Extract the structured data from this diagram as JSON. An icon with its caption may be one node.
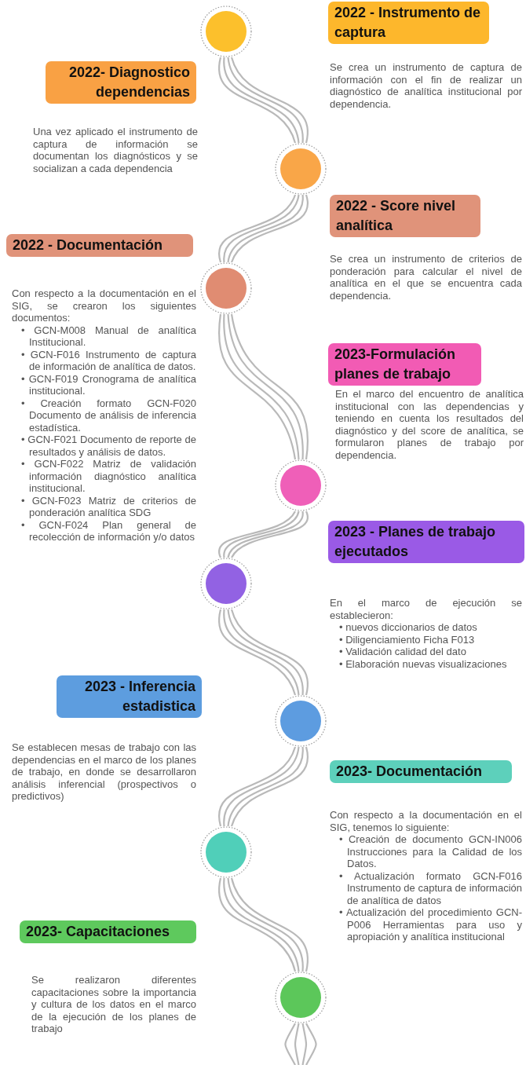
{
  "diagram": {
    "nodes": [
      {
        "text": [
          "2022 - Instrumento de captura"
        ],
        "beside": [
          "Se crea un instrumento de captura de información con el fin de realizar un diagnóstico de analítica institucional por dependencia."
        ]
      },
      {
        "text": [
          "2022- Diagnostico dependencias"
        ],
        "beside": [
          "Una vez aplicado el instrumento de captura de información se documentan los diagnósticos y se socializan a cada dependencia"
        ]
      },
      {
        "text": [
          "2022 - Score nivel analítica"
        ],
        "beside": [
          "Se crea un instrumento de criterios de ponderación para calcular el nivel de analítica en el que se encuentra cada dependencia."
        ]
      },
      {
        "text": [
          "2022 - Documentación"
        ],
        "beside": [
          "Con respecto a la documentación en el SIG, se crearon los siguientes documentos:",
          "• GCN-M008 Manual de analítica Institucional.",
          "• GCN-F016 Instrumento de captura de información de analítica de datos.",
          "• GCN-F019 Cronograma de analítica institucional.",
          "• Creación formato GCN-F020 Documento de análisis de inferencia estadística.",
          "• GCN-F021 Documento de reporte de resultados y análisis de datos.",
          "• GCN-F022 Matriz de validación información diagnóstico analítica institucional.",
          "• GCN-F023 Matriz de criterios de ponderación analítica SDG",
          "• GCN-F024 Plan general de recolección de información y/o datos"
        ]
      },
      {
        "text": [
          "2023-Formulación planes de trabajo"
        ],
        "beside": [
          "En el marco del encuentro de analítica institucional con las dependencias y teniendo en cuenta los resultados del diagnóstico y del score de analítica, se formularon planes de trabajo por dependencia."
        ]
      },
      {
        "text": [
          "2023 - Planes de trabajo ejecutados"
        ],
        "beside": [
          "En el marco de ejecución se establecieron:",
          "• nuevos diccionarios de datos",
          "• Diligenciamiento Ficha F013",
          "• Validación calidad del dato",
          "• Elaboración nuevas visualizaciones"
        ]
      },
      {
        "text": [
          "2023 - Inferencia estadistica"
        ],
        "beside": [
          "Se establecen mesas de trabajo con las dependencias en el marco de los planes de trabajo, en donde se desarrollaron análisis inferencial (prospectivos o predictivos)"
        ]
      },
      {
        "text": [
          "2023- Documentación"
        ],
        "beside": [
          "Con respecto a la documentación en el SIG, tenemos lo siguiente:",
          "• Creación de documento GCN-IN006 Instrucciones para la Calidad de los Datos.",
          "• Actualización formato GCN-F016 Instrumento de captura de información de analítica de datos",
          "• Actualización del procedimiento GCN-P006 Herramientas para uso y apropiación y analítica institucional"
        ]
      },
      {
        "text": [
          "2023- Capacitaciones"
        ],
        "beside": [
          "Se realizaron diferentes capacitaciones sobre la importancia y cultura de los datos en el marco de la ejecución de los planes de trabajo"
        ]
      },
      {
        "text": [],
        "shape": "circle"
      },
      {
        "text": [],
        "shape": "circle"
      },
      {
        "text": [],
        "shape": "circle"
      },
      {
        "text": [],
        "shape": "circle"
      },
      {
        "text": [],
        "shape": "circle"
      },
      {
        "text": [],
        "shape": "circle"
      },
      {
        "text": [],
        "shape": "circle"
      },
      {
        "text": [],
        "shape": "circle"
      }
    ],
    "edges": [
      {
        "from": 9,
        "to": 10,
        "arrow": "none"
      },
      {
        "from": 10,
        "to": 11,
        "arrow": "none"
      },
      {
        "from": 11,
        "to": 12,
        "arrow": "none"
      },
      {
        "from": 12,
        "to": 13,
        "arrow": "none"
      },
      {
        "from": 13,
        "to": 14,
        "arrow": "none"
      },
      {
        "from": 14,
        "to": 15,
        "arrow": "none"
      },
      {
        "from": 15,
        "to": 16,
        "arrow": "none"
      },
      {
        "from": 16,
        "to": null,
        "arrow": "none"
      }
    ]
  }
}
